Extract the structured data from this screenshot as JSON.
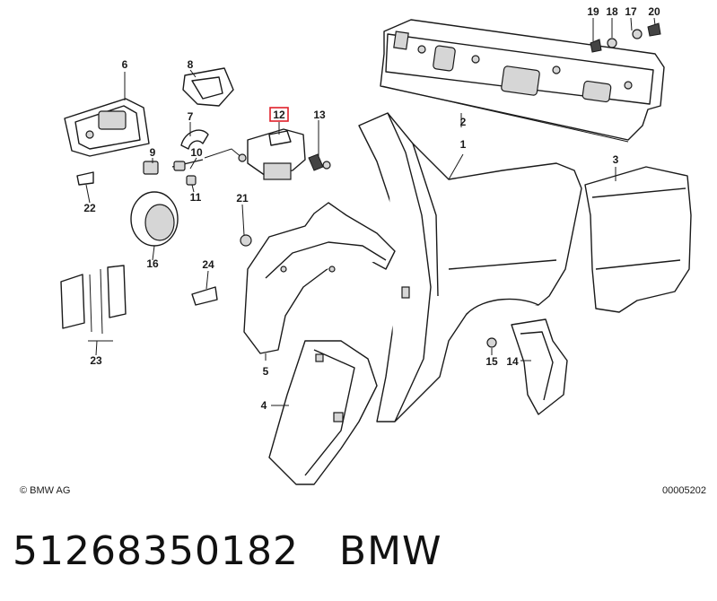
{
  "diagram": {
    "callouts": [
      {
        "id": "1",
        "label": "1"
      },
      {
        "id": "2",
        "label": "2"
      },
      {
        "id": "3",
        "label": "3"
      },
      {
        "id": "4",
        "label": "4"
      },
      {
        "id": "5",
        "label": "5"
      },
      {
        "id": "6",
        "label": "6"
      },
      {
        "id": "7",
        "label": "7"
      },
      {
        "id": "8",
        "label": "8"
      },
      {
        "id": "9",
        "label": "9"
      },
      {
        "id": "10",
        "label": "10"
      },
      {
        "id": "11",
        "label": "11"
      },
      {
        "id": "12",
        "label": "12",
        "highlighted": true
      },
      {
        "id": "13",
        "label": "13"
      },
      {
        "id": "14",
        "label": "14"
      },
      {
        "id": "15",
        "label": "15"
      },
      {
        "id": "16",
        "label": "16"
      },
      {
        "id": "17",
        "label": "17"
      },
      {
        "id": "18",
        "label": "18"
      },
      {
        "id": "19",
        "label": "19"
      },
      {
        "id": "20",
        "label": "20"
      },
      {
        "id": "21",
        "label": "21"
      },
      {
        "id": "22",
        "label": "22"
      },
      {
        "id": "23",
        "label": "23"
      },
      {
        "id": "24",
        "label": "24"
      }
    ],
    "highlight_color": "#e0202a",
    "copyright": "© BMW AG",
    "diagram_code": "00005202"
  },
  "caption": {
    "part_number": "51268350182",
    "brand": "BMW"
  }
}
